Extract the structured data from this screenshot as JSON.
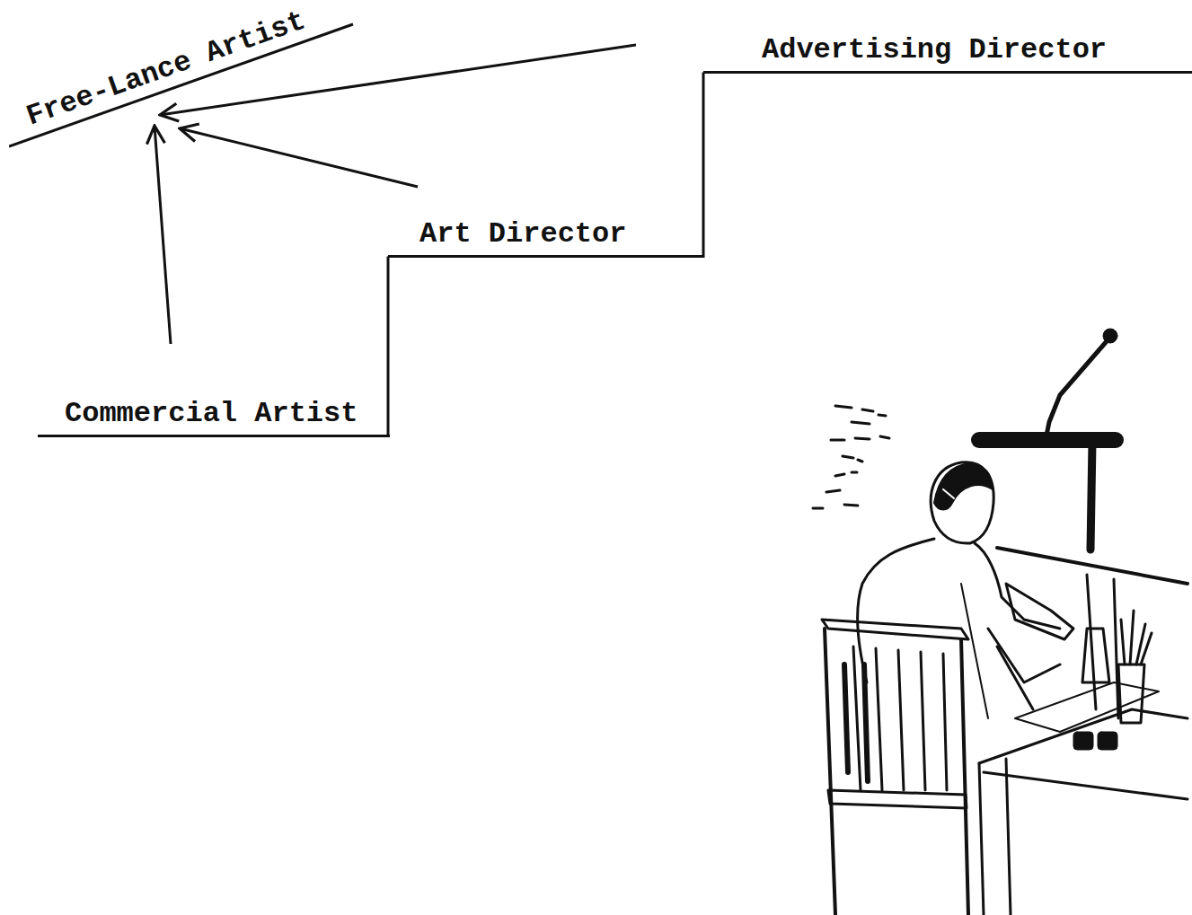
{
  "diagram": {
    "nodes": [
      {
        "text": [
          "Free-Lance Artist"
        ]
      },
      {
        "text": [
          "Advertising Director"
        ]
      },
      {
        "text": [
          "Art Director"
        ]
      },
      {
        "text": [
          "Commercial Artist"
        ]
      }
    ],
    "edges": [
      {
        "from": 3,
        "to": 0,
        "arrow": "to"
      },
      {
        "from": 2,
        "to": 0,
        "arrow": "to"
      },
      {
        "from": 1,
        "to": 0,
        "arrow": "to"
      },
      {
        "from": 3,
        "to": 2,
        "arrow": "none"
      },
      {
        "from": 2,
        "to": 1,
        "arrow": "none"
      }
    ]
  }
}
